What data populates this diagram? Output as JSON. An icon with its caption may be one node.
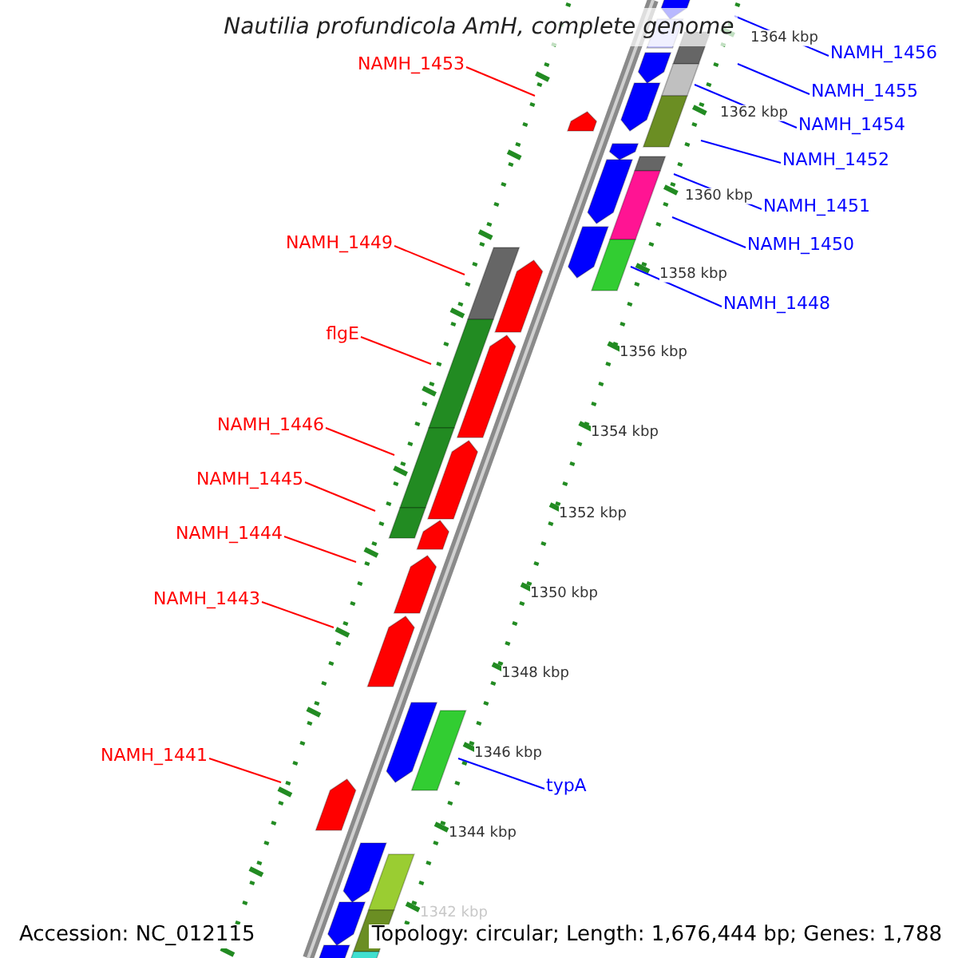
{
  "diagram": {
    "title": "Nautilia profundicola AmH, complete genome",
    "nodes": [
      {
        "text": [
          "NAMH_1456"
        ]
      },
      {
        "text": [
          "NAMH_1453"
        ]
      },
      {
        "text": [
          "NAMH_1455"
        ]
      },
      {
        "text": [
          "NAMH_1454"
        ]
      },
      {
        "text": [
          "NAMH_1452"
        ]
      },
      {
        "text": [
          "NAMH_1451"
        ]
      },
      {
        "text": [
          "NAMH_1449"
        ]
      },
      {
        "text": [
          "NAMH_1450"
        ]
      },
      {
        "text": [
          "NAMH_1448"
        ]
      },
      {
        "text": [
          "flgE"
        ]
      },
      {
        "text": [
          "NAMH_1446"
        ]
      },
      {
        "text": [
          "NAMH_1445"
        ]
      },
      {
        "text": [
          "NAMH_1444"
        ]
      },
      {
        "text": [
          "NAMH_1443"
        ]
      },
      {
        "text": [
          "NAMH_1441"
        ]
      },
      {
        "text": [
          "typA"
        ]
      }
    ],
    "edges": [
      {
        "from": 0,
        "to": null,
        "arrow": "none",
        "color": "#0000ff"
      },
      {
        "from": 1,
        "to": null,
        "arrow": "none",
        "color": "#ff0000"
      },
      {
        "from": 2,
        "to": null,
        "arrow": "none",
        "color": "#0000ff"
      },
      {
        "from": 3,
        "to": null,
        "arrow": "none",
        "color": "#0000ff"
      },
      {
        "from": 4,
        "to": null,
        "arrow": "none",
        "color": "#0000ff"
      },
      {
        "from": 5,
        "to": null,
        "arrow": "none",
        "color": "#0000ff"
      },
      {
        "from": 6,
        "to": null,
        "arrow": "none",
        "color": "#ff0000"
      },
      {
        "from": 7,
        "to": null,
        "arrow": "none",
        "color": "#0000ff"
      },
      {
        "from": 8,
        "to": null,
        "arrow": "none",
        "color": "#0000ff"
      },
      {
        "from": 9,
        "to": null,
        "arrow": "none",
        "color": "#ff0000"
      },
      {
        "from": 10,
        "to": null,
        "arrow": "none",
        "color": "#ff0000"
      },
      {
        "from": 11,
        "to": null,
        "arrow": "none",
        "color": "#ff0000"
      },
      {
        "from": 12,
        "to": null,
        "arrow": "none",
        "color": "#ff0000"
      },
      {
        "from": 13,
        "to": null,
        "arrow": "none",
        "color": "#ff0000"
      },
      {
        "from": 14,
        "to": null,
        "arrow": "none",
        "color": "#ff0000"
      },
      {
        "from": 15,
        "to": null,
        "arrow": "none",
        "color": "#0000ff"
      }
    ],
    "labels": [
      "1364 kbp",
      "1362 kbp",
      "1360 kbp",
      "1358 kbp",
      "1356 kbp",
      "1354 kbp",
      "1352 kbp",
      "1350 kbp",
      "1348 kbp",
      "1346 kbp",
      "1344 kbp",
      "1342 kbp",
      "Accession: NC_012115",
      "Topology: circular; Length: 1,676,444 bp; Genes: 1,788"
    ]
  }
}
